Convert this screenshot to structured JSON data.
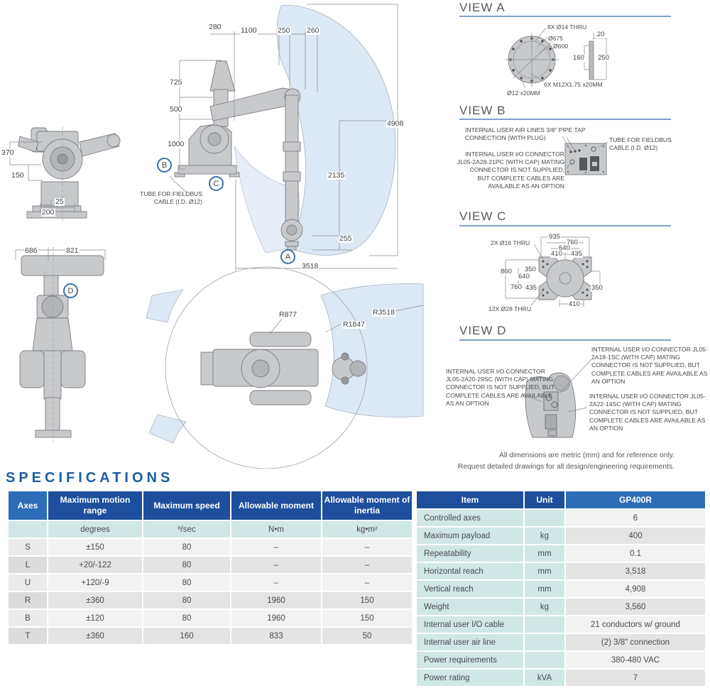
{
  "drawings": {
    "side_small": {
      "dims": [
        "370",
        "150",
        "25",
        "200"
      ]
    },
    "front_view": {
      "dims": [
        "686",
        "821"
      ]
    },
    "main_view": {
      "dims": [
        "280",
        "1100",
        "250",
        "260",
        "725",
        "500",
        "1000",
        "4908",
        "2135",
        "255",
        "3518"
      ],
      "fieldbus_label": "TUBE FOR FIELDBUS CABLE (I.D. Ø12)"
    },
    "top_view": {
      "radii": [
        "R877",
        "R1847",
        "R3518"
      ]
    },
    "badges": {
      "a": "A",
      "b": "B",
      "c": "C",
      "d": "D"
    }
  },
  "views": {
    "a": {
      "title": "VIEW A",
      "labels": [
        "8X Ø14 THRU",
        "Ø675",
        "Ø600",
        "20",
        "160",
        "250",
        "6X M12X1.75 x20MM",
        "Ø12 x20MM"
      ]
    },
    "b": {
      "title": "VIEW B",
      "air_label": "INTERNAL USER AIR LINES 3/8\" PIPE TAP CONNECTION (WITH PLUG)",
      "tube_label": "TUBE FOR FIELDBUS CABLE (I.D. Ø12)",
      "io_label": "INTERNAL USER I/O CONNECTOR JL05-2A28-21PC (WITH CAP) MATING CONNECTOR IS NOT SUPPLIED, BUT COMPLETE CABLES ARE AVAILABLE AS AN OPTION"
    },
    "c": {
      "title": "VIEW C",
      "dims": [
        "935",
        "760",
        "640",
        "410",
        "435",
        "860",
        "350",
        "640",
        "760",
        "435",
        "350",
        "410"
      ],
      "thru_top": "2X Ø16 THRU",
      "thru_bottom": "12X Ø28 THRU"
    },
    "d": {
      "title": "VIEW D",
      "io_left": "INTERNAL USER I/O CONNECTOR JL05-2A20-29SC (WITH CAP) MATING CONNECTOR IS NOT SUPPLIED, BUT COMPLETE CABLES ARE AVAILABLE AS AN OPTION",
      "io_top": "INTERNAL USER I/O CONNECTOR JL05-2A18-1SC (WITH CAP) MATING CONNECTOR IS NOT SUPPLIED, BUT COMPLETE CABLES ARE AVAILABLE AS AN OPTION",
      "io_bottom": "INTERNAL USER I/O CONNECTOR JL05-2A22-14SC (WITH CAP) MATING CONNECTOR IS NOT SUPPLIED, BUT COMPLETE CABLES ARE AVAILABLE AS AN OPTION"
    }
  },
  "footnote": {
    "line1": "All dimensions are metric (mm) and for reference only.",
    "line2": "Request detailed drawings for all design/engineering requirements."
  },
  "specifications": {
    "title": "SPECIFICATIONS",
    "axes_table": {
      "headers": [
        "Axes",
        "Maximum motion range",
        "Maximum speed",
        "Allowable moment",
        "Allowable moment of inertia"
      ],
      "units": [
        "",
        "degrees",
        "º/sec",
        "N•m",
        "kg•m²"
      ],
      "rows": [
        [
          "S",
          "±150",
          "80",
          "–",
          "–"
        ],
        [
          "L",
          "+20/-122",
          "80",
          "–",
          "–"
        ],
        [
          "U",
          "+120/-9",
          "80",
          "–",
          "–"
        ],
        [
          "R",
          "±360",
          "80",
          "1960",
          "150"
        ],
        [
          "B",
          "±120",
          "80",
          "1960",
          "150"
        ],
        [
          "T",
          "±360",
          "160",
          "833",
          "50"
        ]
      ]
    },
    "item_table": {
      "headers": [
        "Item",
        "Unit",
        "GP400R"
      ],
      "rows": [
        [
          "Controlled axes",
          "",
          "6"
        ],
        [
          "Maximum payload",
          "kg",
          "400"
        ],
        [
          "Repeatability",
          "mm",
          "0.1"
        ],
        [
          "Horizontal reach",
          "mm",
          "3,518"
        ],
        [
          "Vertical reach",
          "mm",
          "4,908"
        ],
        [
          "Weight",
          "kg",
          "3,560"
        ],
        [
          "Internal user I/O cable",
          "",
          "21 conductors w/ ground"
        ],
        [
          "Internal user air line",
          "",
          "(2) 3/8\" connection"
        ],
        [
          "Power requirements",
          "",
          "380-480 VAC"
        ],
        [
          "Power rating",
          "kVA",
          "7"
        ]
      ]
    }
  }
}
